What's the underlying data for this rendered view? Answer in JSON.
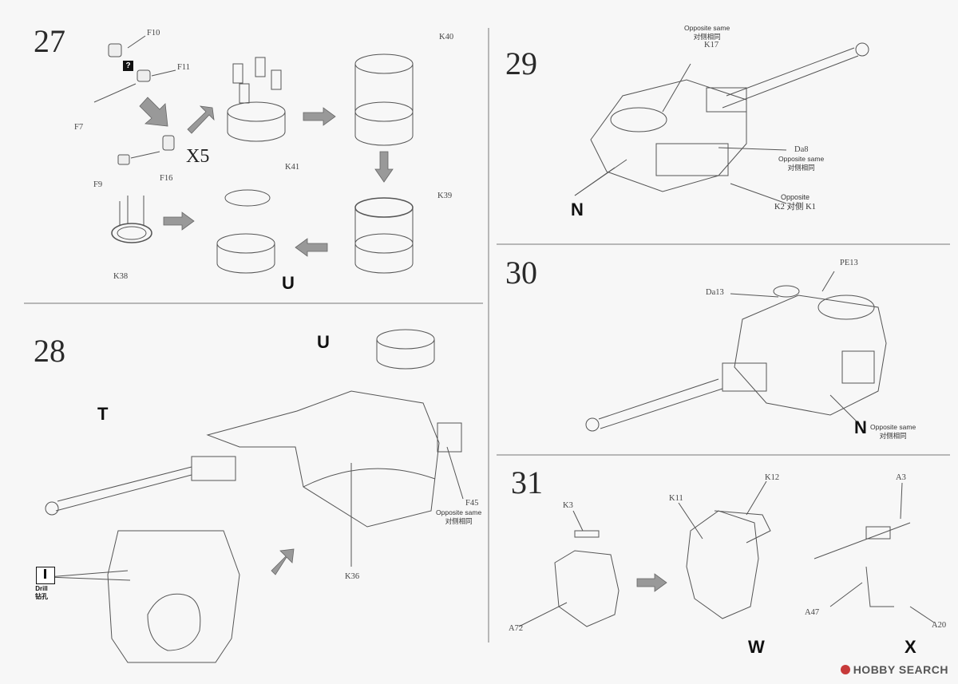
{
  "steps": {
    "s27": {
      "number": "27",
      "labels": {
        "f10": "F10",
        "f11": "F11",
        "f7": "F7",
        "f9": "F9",
        "f16": "F16",
        "k38": "K38",
        "k40": "K40",
        "k41": "K41",
        "k39": "K39"
      },
      "multiplier": "X5",
      "subassembly": "U",
      "question_mark": "?"
    },
    "s28": {
      "number": "28",
      "labels": {
        "t": "T",
        "u": "U",
        "k36": "K36",
        "f45": "F45"
      },
      "f45_note": [
        "Opposite same",
        "对侧相同"
      ],
      "drill": [
        "Drill",
        "钻孔"
      ]
    },
    "s29": {
      "number": "29",
      "labels": {
        "k17": "K17",
        "da8": "Da8",
        "n": "N"
      },
      "k17_note": [
        "Opposite same",
        "对侧相同"
      ],
      "da8_note": [
        "Opposite same",
        "对侧相同"
      ],
      "k2_line": [
        "Opposite",
        "K2  对侧  K1"
      ]
    },
    "s30": {
      "number": "30",
      "labels": {
        "pe13": "PE13",
        "da13": "Da13",
        "n": "N"
      },
      "n_note": [
        "Opposite same",
        "对侧相同"
      ]
    },
    "s31": {
      "number": "31",
      "labels": {
        "k3": "K3",
        "k12": "K12",
        "k11": "K11",
        "a3": "A3",
        "a72": "A72",
        "a47": "A47",
        "a20": "A20",
        "w": "W",
        "x": "X"
      }
    }
  },
  "watermark": "HOBBY SEARCH",
  "colors": {
    "line": "#555555",
    "arrow": "#888888",
    "background": "#f7f7f7"
  }
}
